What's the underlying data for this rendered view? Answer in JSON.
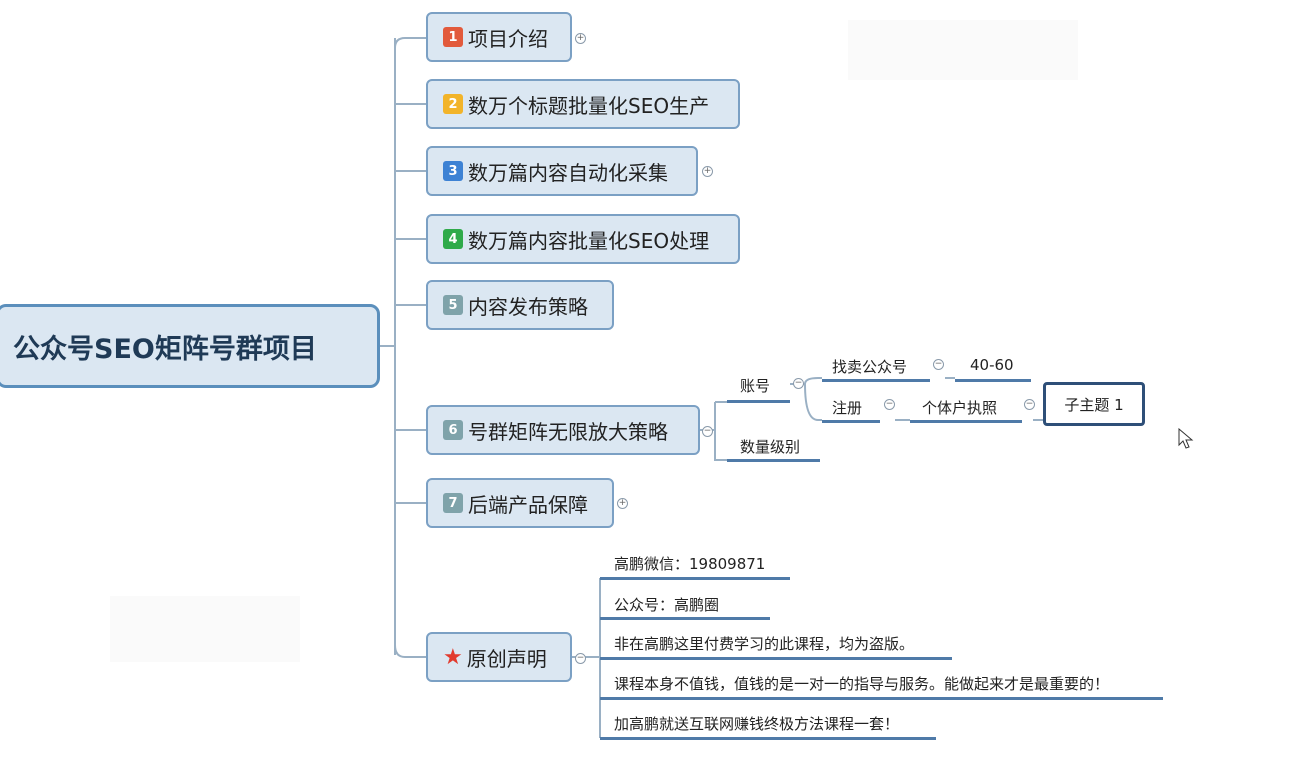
{
  "root": {
    "title": "公众号SEO矩阵号群项目"
  },
  "topics": [
    {
      "num": "1",
      "label": "项目介绍",
      "color": "#e25a3c"
    },
    {
      "num": "2",
      "label": "数万个标题批量化SEO生产",
      "color": "#f2b42a"
    },
    {
      "num": "3",
      "label": "数万篇内容自动化采集",
      "color": "#3d82d4"
    },
    {
      "num": "4",
      "label": "数万篇内容批量化SEO处理",
      "color": "#2faa4a"
    },
    {
      "num": "5",
      "label": "内容发布策略",
      "color": "#7fa3aa"
    },
    {
      "num": "6",
      "label": "号群矩阵无限放大策略",
      "color": "#7fa3aa"
    },
    {
      "num": "7",
      "label": "后端产品保障",
      "color": "#7fa3aa"
    },
    {
      "icon": "star-icon",
      "label": "原创声明"
    }
  ],
  "strategy": {
    "account": "账号",
    "buy": "找卖公众号",
    "buy_value": "40-60",
    "register": "注册",
    "license": "个体户执照",
    "subtopic": "子主题 1",
    "quantity": "数量级别"
  },
  "statements": [
    "高鹏微信：19809871",
    "公众号：高鹏圈",
    "非在高鹏这里付费学习的此课程，均为盗版。",
    "课程本身不值钱，值钱的是一对一的指导与服务。能做起来才是最重要的！",
    "加高鹏就送互联网赚钱终极方法课程一套！"
  ]
}
